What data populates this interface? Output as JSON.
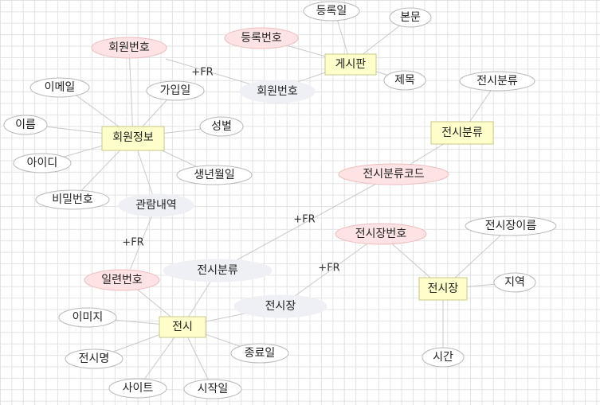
{
  "colors": {
    "entity_fill": "#ffffcc",
    "entity_stroke": "#c8c88a",
    "attribute_fill": "#ffffff",
    "attribute_stroke": "#b8b8b8",
    "key_fill": "#fde3e3",
    "key_stroke": "#eebcbc",
    "relation_fill": "#eef0f5",
    "relation_stroke": "#eef0f5",
    "edge": "#c9c9c9"
  },
  "entities": {
    "board": "게시판",
    "member_info": "회원정보",
    "exhibit_category": "전시분류",
    "exhibit_hall": "전시장",
    "exhibit": "전시"
  },
  "keys": {
    "board_reg_no": "등록번호",
    "member_no": "회원번호",
    "category_code": "전시분류코드",
    "hall_no": "전시장번호",
    "serial_no": "일련번호"
  },
  "attributes": {
    "reg_date": "등록일",
    "body": "본문",
    "title": "제목",
    "category_name": "전시분류",
    "email": "이메일",
    "join_date": "가입일",
    "name": "이름",
    "gender": "성별",
    "id": "아이디",
    "birthdate": "생년월일",
    "password": "비밀번호",
    "hall_name": "전시장이름",
    "region": "지역",
    "time": "시간",
    "image": "이미지",
    "exhibit_name": "전시명",
    "end_date": "종료일",
    "site": "사이트",
    "start_date": "시작일"
  },
  "relations": {
    "board_member_no": "회원번호",
    "view_history": "관람내역",
    "exhibit_category_rel": "전시분류",
    "exhibit_hall_rel": "전시장"
  },
  "fr_labels": {
    "member_to_board": "+FR",
    "view_to_serial": "+FR",
    "category_to_exhibit": "+FR",
    "hall_to_exhibit": "+FR"
  }
}
